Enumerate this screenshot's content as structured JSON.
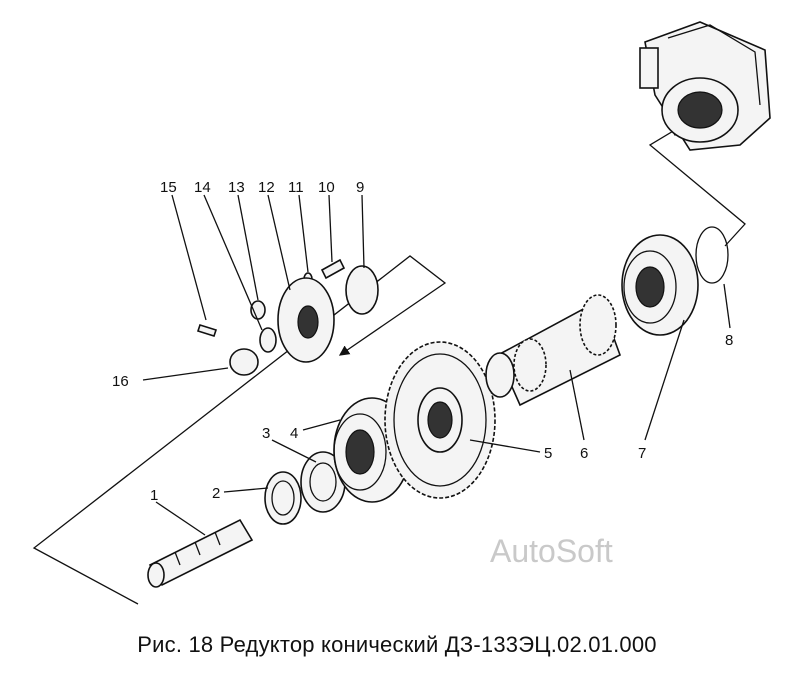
{
  "caption": "Рис. 18 Редуктор конический  ДЗ-133ЭЦ.02.01.000",
  "watermark": "AutoSoft",
  "callouts": {
    "p1": "1",
    "p2": "2",
    "p3": "3",
    "p4": "4",
    "p5": "5",
    "p6": "6",
    "p7": "7",
    "p8": "8",
    "p9": "9",
    "p10": "10",
    "p11": "11",
    "p12": "12",
    "p13": "13",
    "p14": "14",
    "p15": "15",
    "p16": "16"
  }
}
